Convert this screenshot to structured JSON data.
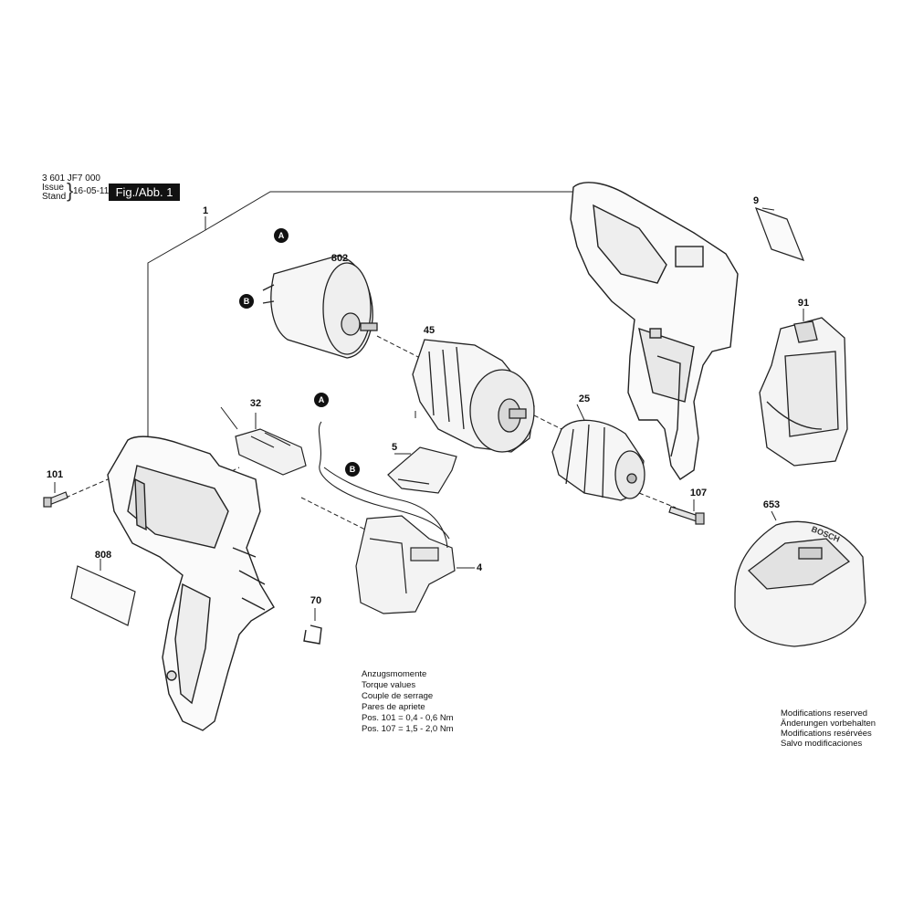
{
  "header": {
    "part_number": "3 601 JF7 000",
    "issue_label": "Issue",
    "stand_label": "Stand",
    "brace": "}",
    "date": "16-05-11",
    "figure_label": "Fig./Abb. 1"
  },
  "parts": {
    "p1": "1",
    "p9": "9",
    "p802": "802",
    "p91": "91",
    "p45": "45",
    "p32": "32",
    "p25": "25",
    "p5": "5",
    "p101": "101",
    "p107": "107",
    "p808": "808",
    "p4": "4",
    "p653": "653",
    "p70": "70"
  },
  "connectors": {
    "a": "A",
    "b": "B"
  },
  "torque": {
    "line1": "Anzugsmomente",
    "line2": "Torque values",
    "line3": "Couple de serrage",
    "line4": "Pares de apriete",
    "line5": "Pos. 101 = 0,4 - 0,6 Nm",
    "line6": "Pos. 107 = 1,5 - 2,0 Nm"
  },
  "modifications": {
    "line1": "Modifications reserved",
    "line2": "Änderungen vorbehalten",
    "line3": "Modifications resérvées",
    "line4": "Salvo modificaciones"
  },
  "charger_brand": "BOSCH"
}
